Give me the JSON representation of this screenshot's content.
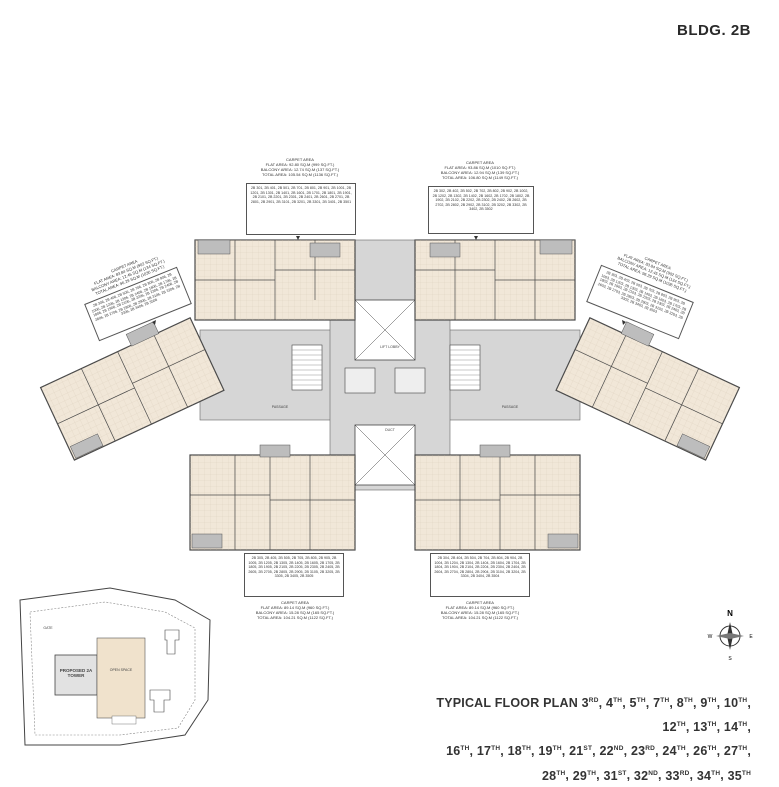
{
  "building_label": "BLDG. 2B",
  "caption": {
    "title_prefix": "TYPICAL FLOOR PLAN",
    "floors_line1": [
      [
        "3",
        "RD"
      ],
      [
        "4",
        "TH"
      ],
      [
        "5",
        "TH"
      ],
      [
        "7",
        "TH"
      ],
      [
        "8",
        "TH"
      ],
      [
        "9",
        "TH"
      ],
      [
        "10",
        "TH"
      ],
      [
        "12",
        "TH"
      ],
      [
        "13",
        "TH"
      ],
      [
        "14",
        "TH"
      ]
    ],
    "floors_line2": [
      [
        "16",
        "TH"
      ],
      [
        "17",
        "TH"
      ],
      [
        "18",
        "TH"
      ],
      [
        "19",
        "TH"
      ],
      [
        "21",
        "ST"
      ],
      [
        "22",
        "ND"
      ],
      [
        "23",
        "RD"
      ],
      [
        "24",
        "TH"
      ],
      [
        "26",
        "TH"
      ],
      [
        "27",
        "TH"
      ]
    ],
    "floors_line3": [
      [
        "28",
        "TH"
      ],
      [
        "29",
        "TH"
      ],
      [
        "31",
        "ST"
      ],
      [
        "32",
        "ND"
      ],
      [
        "33",
        "RD"
      ],
      [
        "34",
        "TH"
      ],
      [
        "35",
        "TH"
      ]
    ]
  },
  "area_boxes": {
    "top_left": {
      "heading": "CARPET AREA",
      "flat": "FLAT AREA: 92.80 SQ.M (999 SQ.FT.)",
      "balcony": "BALCONY AREA: 12.74 SQ.M (137 SQ.FT.)",
      "total": "TOTAL AREA: 105.54 SQ.M (1136 SQ.FT.)",
      "units": "2B 301, 2B 401, 2B 501, 2B 701, 2B 801, 2B 901, 2B 1001, 2B 1201, 2B 1301, 2B 1401, 2B 1601, 2B 1701, 2B 1801, 2B 1901, 2B 2101, 2B 2201, 2B 2301, 2B 2401, 2B 2601, 2B 2701, 2B 2801, 2B 2901, 2B 3101, 2B 3201, 2B 3301, 2B 3401, 2B 3501"
    },
    "top_right": {
      "heading": "CARPET AREA",
      "flat": "FLAT AREA: 93.86 SQ.M (1010 SQ.FT.)",
      "balcony": "BALCONY AREA: 12.94 SQ.M (139 SQ.FT.)",
      "total": "TOTAL AREA: 106.80 SQ.M (1149 SQ.FT.)",
      "units": "2B 302, 2B 402, 2B 502, 2B 702, 2B 802, 2B 902, 2B 1002, 2B 1202, 2B 1302, 2B 1402, 2B 1602, 2B 1702, 2B 1802, 2B 1902, 2B 2102, 2B 2202, 2B 2302, 2B 2402, 2B 2602, 2B 2702, 2B 2802, 2B 2902, 2B 3102, 2B 3202, 2B 3302, 2B 3402, 2B 3502"
    },
    "left": {
      "heading": "CARPET AREA",
      "flat": "FLAT AREA: 83.84 SQ.M (902 SQ.FT.)",
      "balcony": "BALCONY AREA: 12.45 SQ.M (134 SQ.FT.)",
      "total": "TOTAL AREA: 96.29 SQ.M (1036 SQ.FT.)",
      "units": "2B 306, 2B 406, 2B 506, 2B 706, 2B 806, 2B 906, 2B 1006, 2B 1206, 2B 1306, 2B 1406, 2B 1606, 2B 1706, 2B 1806, 2B 1906, 2B 2106, 2B 2206, 2B 2306, 2B 2406, 2B 2606, 2B 2706, 2B 2806, 2B 2906, 2B 3106, 2B 3206, 2B 3306, 2B 3406, 2B 3506"
    },
    "right": {
      "heading": "CARPET AREA",
      "flat": "FLAT AREA: 83.84 SQ.M (902 SQ.FT.)",
      "balcony": "BALCONY AREA: 12.45 SQ.M (134 SQ.FT.)",
      "total": "TOTAL AREA: 96.29 SQ.M (1036 SQ.FT.)",
      "units": "2B 303, 2B 403, 2B 503, 2B 703, 2B 803, 2B 903, 2B 1003, 2B 1203, 2B 1303, 2B 1403, 2B 1603, 2B 1703, 2B 1803, 2B 1903, 2B 2103, 2B 2203, 2B 2303, 2B 2403, 2B 2603, 2B 2703, 2B 2803, 2B 2903, 2B 3103, 2B 3203, 2B 3303, 2B 3403, 2B 3503"
    },
    "bottom_left": {
      "heading": "CARPET AREA",
      "flat": "FLAT AREA: 89.14 SQ.M (960 SQ.FT.)",
      "balcony": "BALCONY AREA: 15.28 SQ.M (165 SQ.FT.)",
      "total": "TOTAL AREA: 104.21 SQ.M (1122 SQ.FT.)",
      "units": "2B 305, 2B 405, 2B 505, 2B 705, 2B 805, 2B 905, 2B 1005, 2B 1205, 2B 1305, 2B 1405, 2B 1605, 2B 1705, 2B 1805, 2B 1905, 2B 2105, 2B 2205, 2B 2305, 2B 2405, 2B 2605, 2B 2705, 2B 2805, 2B 2905, 2B 3105, 2B 3205, 2B 3305, 2B 3405, 2B 3505"
    },
    "bottom_right": {
      "heading": "CARPET AREA",
      "flat": "FLAT AREA: 89.14 SQ.M (960 SQ.FT.)",
      "balcony": "BALCONY AREA: 15.28 SQ.M (165 SQ.FT.)",
      "total": "TOTAL AREA: 104.21 SQ.M (1122 SQ.FT.)",
      "units": "2B 304, 2B 404, 2B 504, 2B 704, 2B 804, 2B 904, 2B 1004, 2B 1204, 2B 1304, 2B 1404, 2B 1604, 2B 1704, 2B 1804, 2B 1904, 2B 2104, 2B 2204, 2B 2304, 2B 2404, 2B 2604, 2B 2704, 2B 2804, 2B 2904, 2B 3104, 2B 3204, 2B 3304, 2B 3404, 2B 3504"
    }
  },
  "labels": {
    "passage_left": "PASSAGE",
    "passage_right": "PASSAGE",
    "lift_lobby": "LIFT LOBBY",
    "duct": "DUCT",
    "proposed_tower": "PROPOSED 2A TOWER",
    "open_space": "OPEN SPACE",
    "site_gate": "GATE"
  },
  "compass": {
    "n": "N",
    "s": "S",
    "e": "E",
    "w": "W"
  },
  "colors": {
    "flat_fill": "#f1e7d8",
    "core_fill": "#d9d9d9",
    "wall": "#4a4a4a",
    "balcony": "#bdbdbd",
    "site_fill": "#f0e2cc"
  }
}
